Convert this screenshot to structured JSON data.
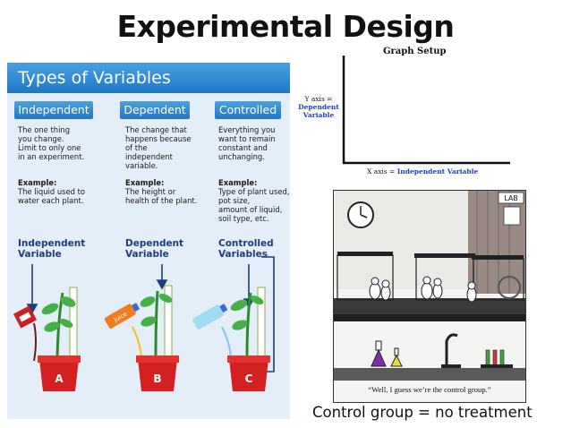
{
  "slide": {
    "title": "Experimental Design"
  },
  "types_panel": {
    "title": "Types of Variables",
    "columns": [
      {
        "heading": "Independent",
        "description": [
          "The one thing",
          "you change.",
          "Limit to only one",
          "in an experiment."
        ],
        "example_heading": "Example:",
        "example": [
          "The liquid used to",
          "water each plant."
        ],
        "label": [
          "Independent",
          "Variable"
        ],
        "pot_letter": "A"
      },
      {
        "heading": "Dependent",
        "description": [
          "The change that",
          "happens because",
          "of the",
          "independent",
          "variable."
        ],
        "example_heading": "Example:",
        "example": [
          "The height or",
          "health of the plant."
        ],
        "label": [
          "Dependent",
          "Variable"
        ],
        "pot_letter": "B",
        "bottle_text": "Juice"
      },
      {
        "heading": "Controlled",
        "description": [
          "Everything you",
          "want to remain",
          "constant and",
          "unchanging."
        ],
        "example_heading": "Example:",
        "example": [
          "Type of plant used,",
          "pot size,",
          "amount of liquid,",
          "soil type, etc."
        ],
        "label": [
          "Controlled",
          "Variables"
        ],
        "pot_letter": "C"
      }
    ]
  },
  "graph": {
    "title": "Graph Setup",
    "y_axis_prefix": "Y axis =",
    "y_axis_value": [
      "Dependent",
      "Variable"
    ],
    "x_axis_prefix": "X axis = ",
    "x_axis_value": "Independent Variable"
  },
  "cartoon": {
    "sign": "LAB",
    "caption": "“Well, I guess we’re the control group.”"
  },
  "footer": {
    "label": "Control group = no treatment"
  },
  "colors": {
    "panel_bg": "#e4eef8",
    "tab_blue": "#2177c6",
    "axis_label_blue": "#1f3fbf",
    "pot_red": "#d42020"
  }
}
